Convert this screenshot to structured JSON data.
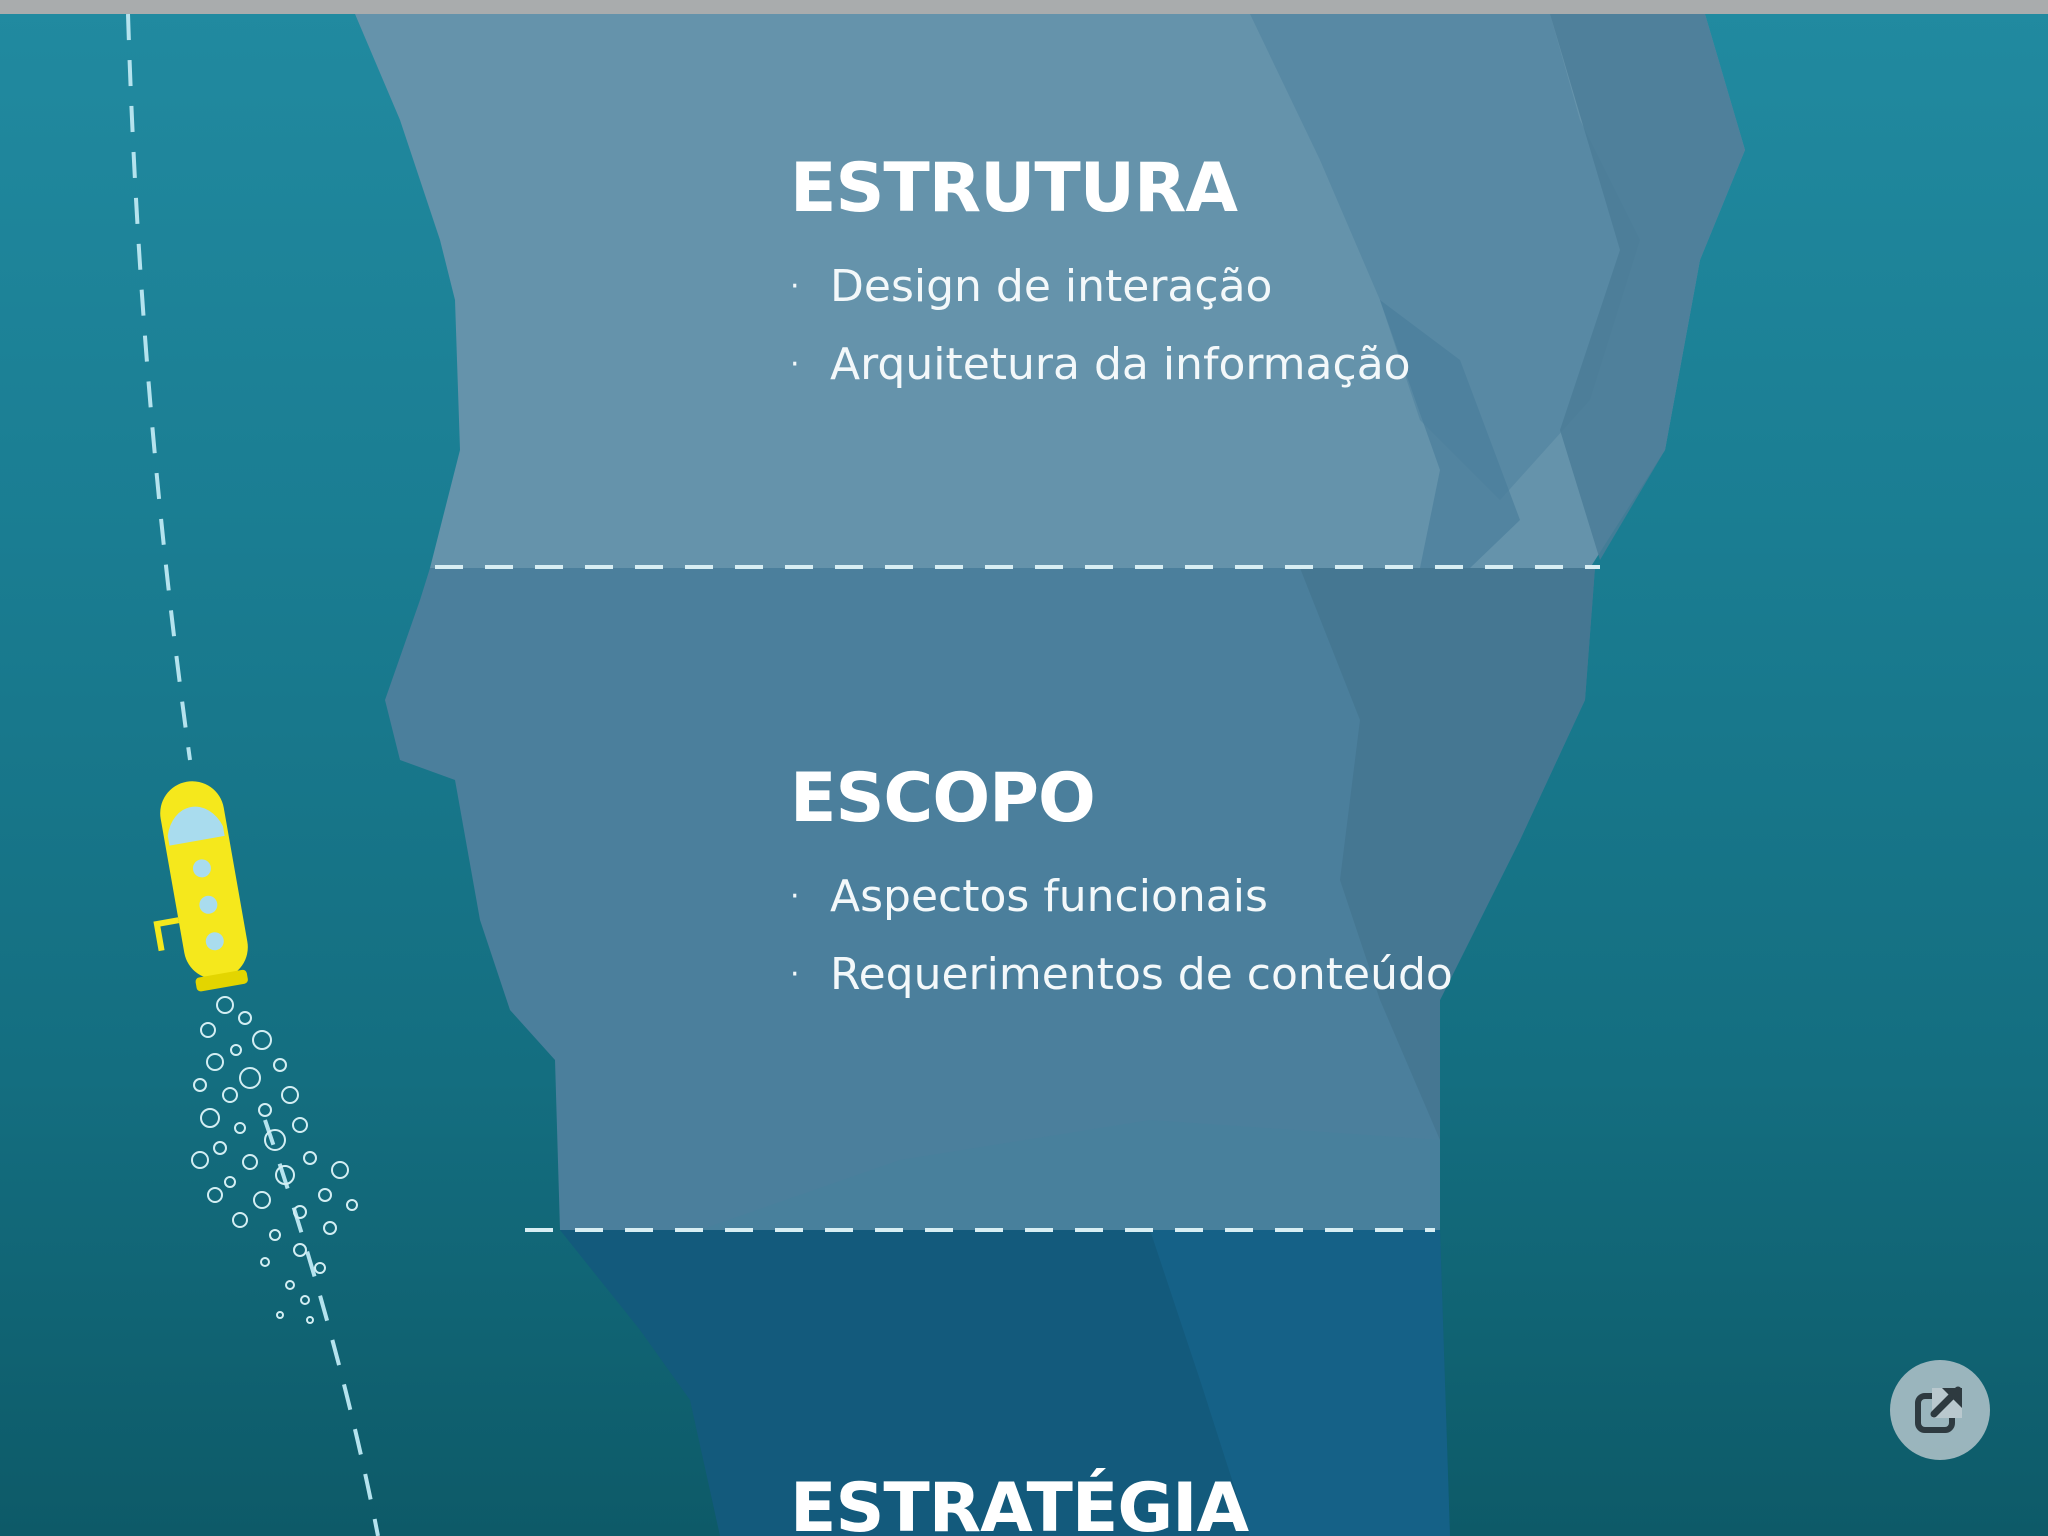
{
  "sections": [
    {
      "title": "ESTRUTURA",
      "items": [
        "Design de interação",
        "Arquitetura da informação"
      ]
    },
    {
      "title": "ESCOPO",
      "items": [
        "Aspectos funcionais",
        "Requerimentos de conteúdo"
      ]
    },
    {
      "title": "ESTRATÉGIA",
      "items": []
    }
  ],
  "bullet_symbol": "·",
  "colors": {
    "ocean_top": "#218aa0",
    "ocean_bottom": "#0d5a68",
    "iceberg_light": "#6593ab",
    "iceberg_mid": "#4b7f9c",
    "iceberg_deep": "#135a7c",
    "submarine": "#f5e81c",
    "dash": "#cfeaf0"
  },
  "icons": {
    "popout": "external-link-icon",
    "submarine": "submarine-icon"
  }
}
